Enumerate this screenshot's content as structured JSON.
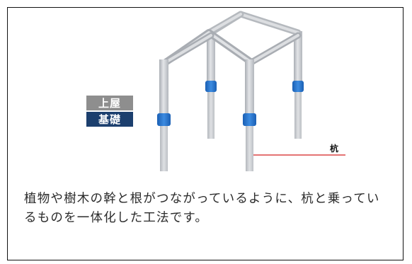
{
  "legend": {
    "upper_label": "上屋",
    "base_label": "基礎",
    "upper_color": "#8e8e8e",
    "base_color": "#1c3f6e"
  },
  "pile_label": "杭",
  "description": "植物や樹木の幹と根がつながっているように、杭と乗っているものを一体化した工法です。",
  "colors": {
    "pole": "#c9ccd1",
    "joint": "#1f6fd0",
    "leader_line": "#d32020"
  }
}
